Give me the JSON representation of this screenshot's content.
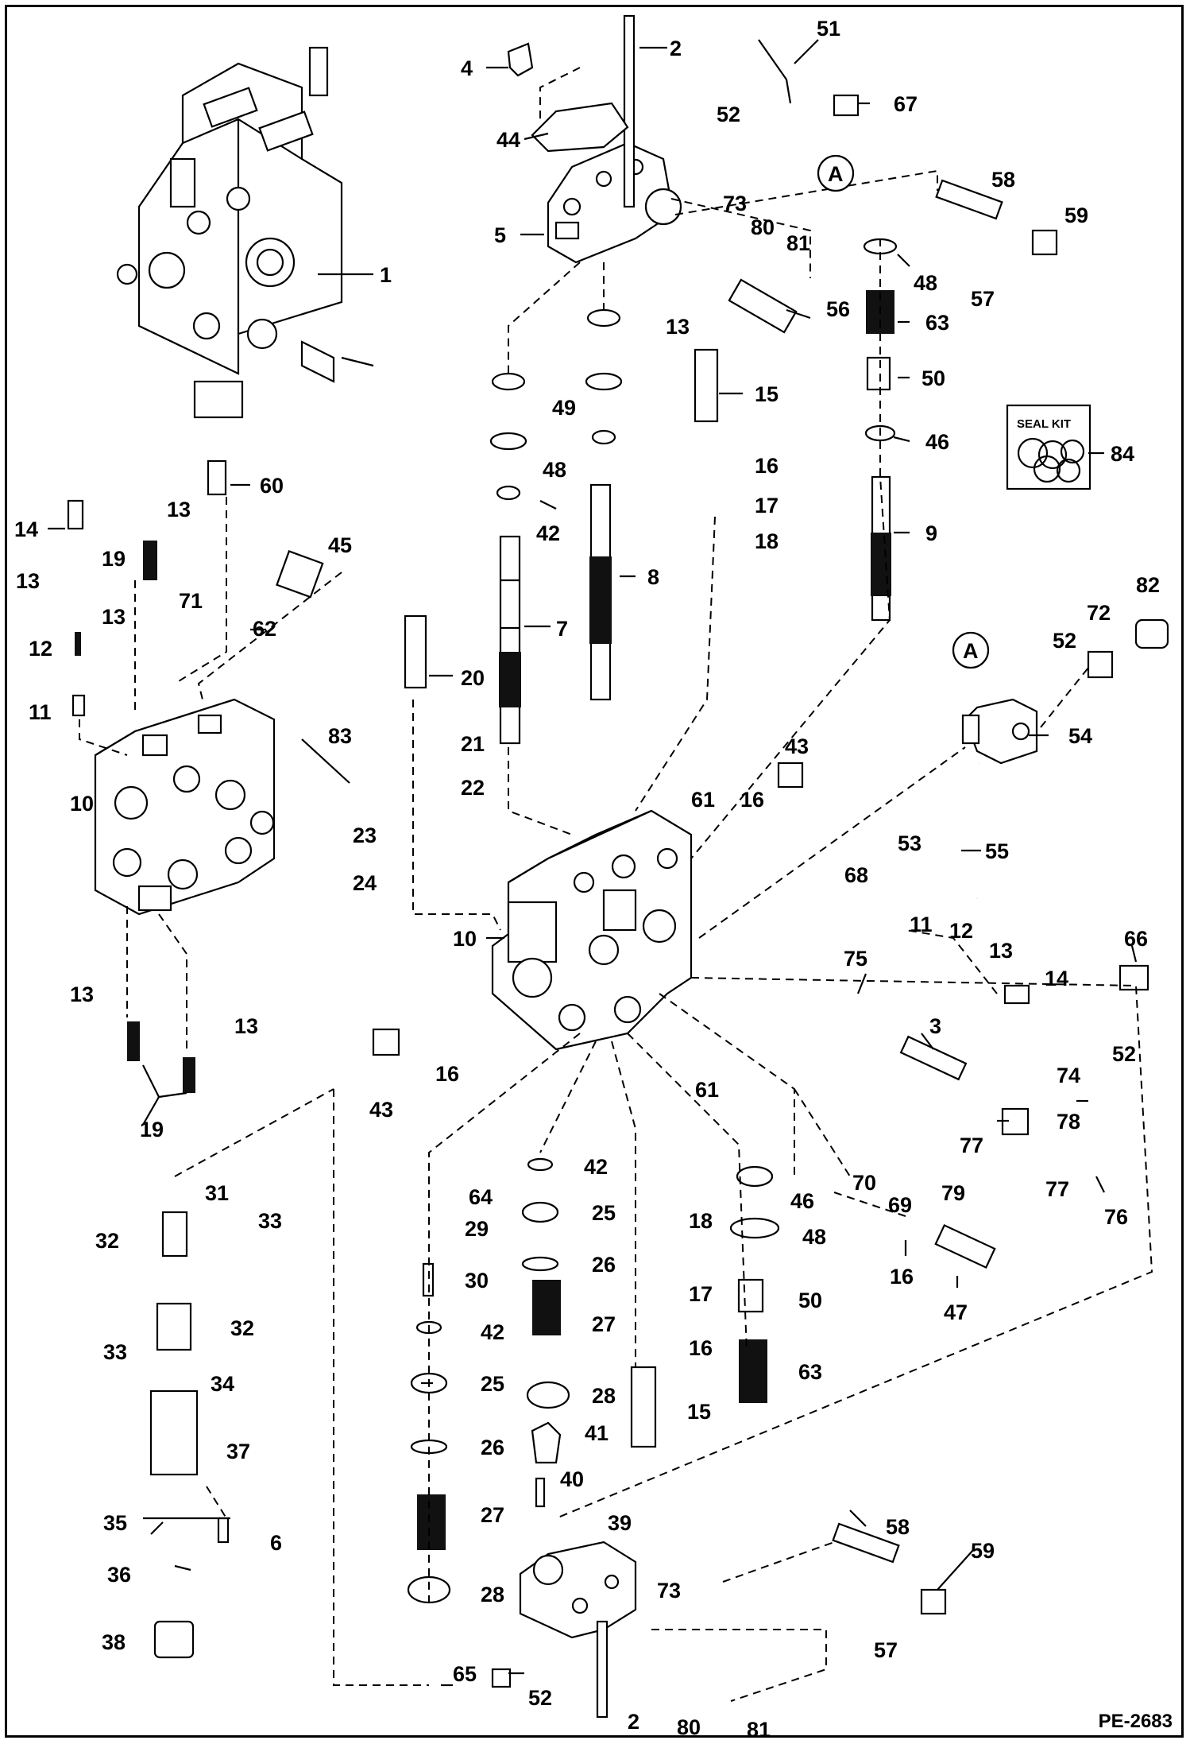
{
  "diagram": {
    "doc_id": "PE-2683",
    "seal_kit_label": "SEAL KIT",
    "detail_labels": [
      "A",
      "A"
    ],
    "callouts": [
      "1",
      "2",
      "3",
      "4",
      "5",
      "6",
      "7",
      "8",
      "9",
      "10",
      "11",
      "12",
      "13",
      "14",
      "15",
      "16",
      "17",
      "18",
      "19",
      "20",
      "21",
      "22",
      "23",
      "24",
      "25",
      "26",
      "27",
      "28",
      "29",
      "30",
      "31",
      "32",
      "33",
      "34",
      "35",
      "36",
      "37",
      "38",
      "39",
      "40",
      "41",
      "42",
      "43",
      "44",
      "45",
      "46",
      "47",
      "48",
      "49",
      "50",
      "51",
      "52",
      "53",
      "54",
      "55",
      "56",
      "57",
      "58",
      "59",
      "60",
      "61",
      "62",
      "63",
      "64",
      "65",
      "66",
      "67",
      "68",
      "69",
      "70",
      "71",
      "72",
      "73",
      "74",
      "75",
      "76",
      "77",
      "78",
      "79",
      "80",
      "81",
      "82",
      "83",
      "84"
    ]
  }
}
